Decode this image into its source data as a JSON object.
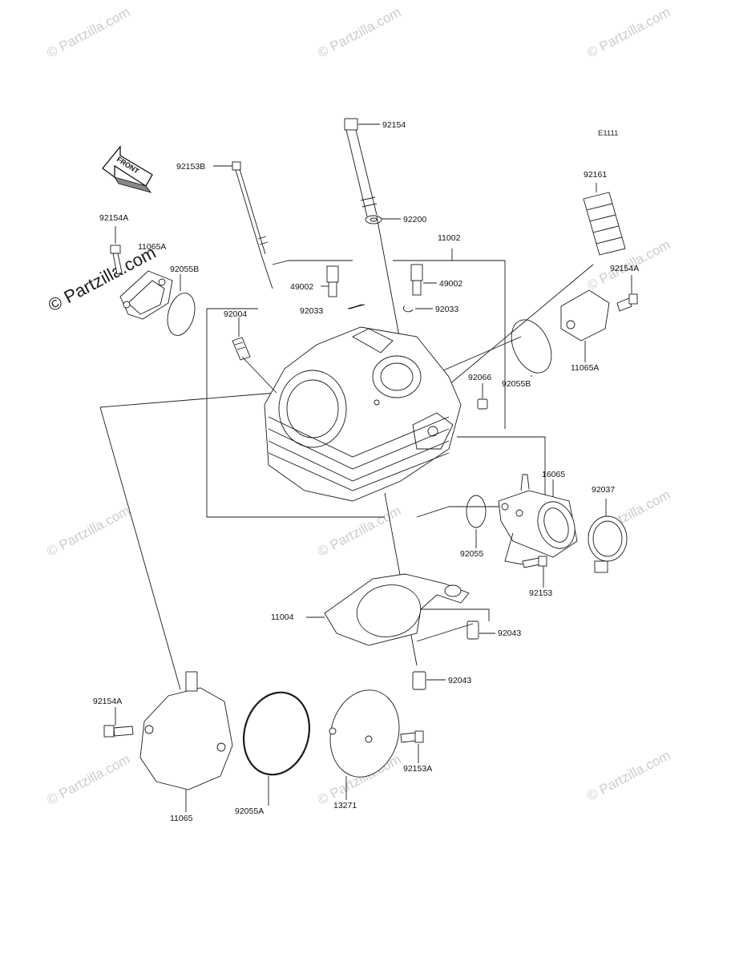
{
  "diagram": {
    "ref_code": "E1111",
    "front_label": "FRONT",
    "watermark_text": "© Partzilla.com",
    "callouts": {
      "p92154_top": "92154",
      "p92153B": "92153B",
      "p92161": "92161",
      "p92154A_left": "92154A",
      "p11065A_left": "11065A",
      "p92055B_left": "92055B",
      "p92200": "92200",
      "p11002": "11002",
      "p49002_left": "49002",
      "p49002_right": "49002",
      "p92033_left": "92033",
      "p92033_right": "92033",
      "p92154A_right": "92154A",
      "p92004": "92004",
      "p92066": "92066",
      "p92055B_right": "92055B",
      "p11065A_right": "11065A",
      "p16065": "16065",
      "p92037": "92037",
      "p92055": "92055",
      "p92153": "92153",
      "p11004": "11004",
      "p92043_right": "92043",
      "p92043_bottom": "92043",
      "p92154A_bottom": "92154A",
      "p92153A": "92153A",
      "p11065": "11065",
      "p92055A": "92055A",
      "p13271": "13271"
    }
  }
}
